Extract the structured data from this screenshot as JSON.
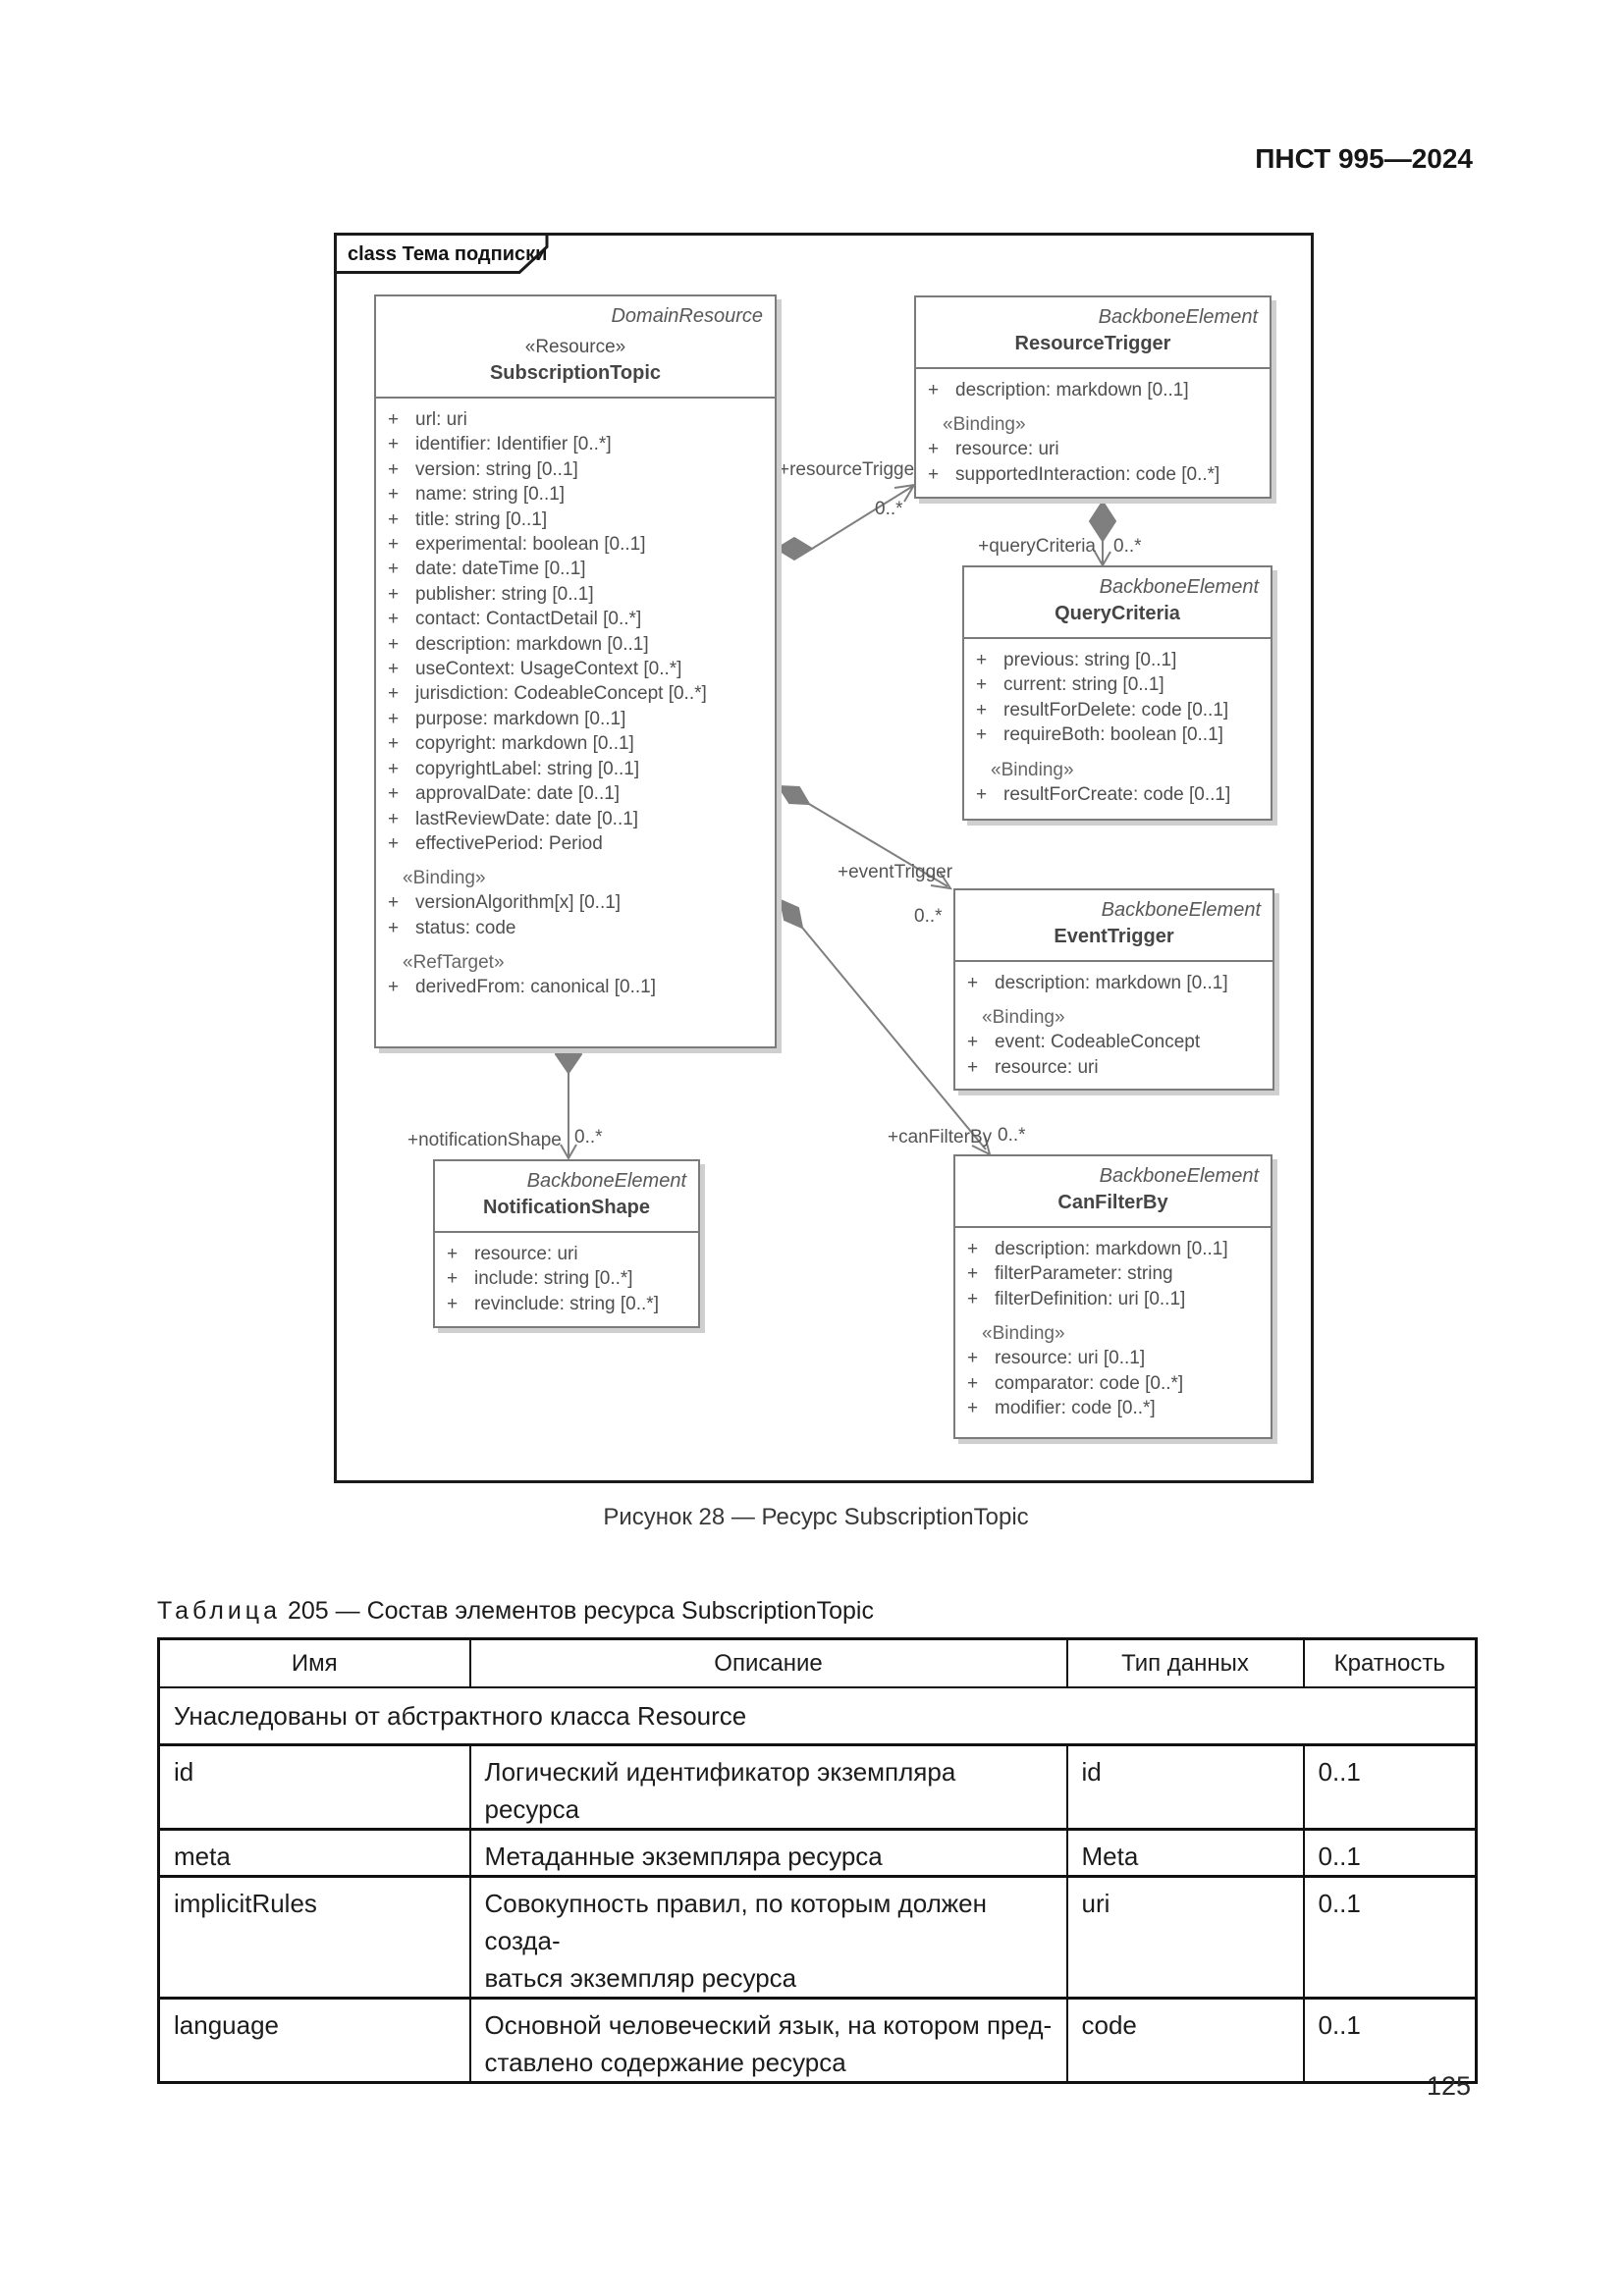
{
  "page": {
    "doc_code": "ПНСТ 995—2024",
    "page_number": "125"
  },
  "figure": {
    "frame_label": "class Тема подписки",
    "caption": "Рисунок 28 — Ресурс SubscriptionTopic"
  },
  "colors": {
    "frame_border": "#1b1b1b",
    "uml_border": "#7b7b7b",
    "uml_shadow": "#cfcfcf",
    "uml_text": "#4f4f4f",
    "table_border": "#111111"
  },
  "diagram": {
    "plus": "+",
    "classes": {
      "subscriptionTopic": {
        "meta": "DomainResource",
        "stereotype": "«Resource»",
        "name": "SubscriptionTopic",
        "attrs": [
          "url: uri",
          "identifier: Identifier [0..*]",
          "version: string [0..1]",
          "name: string [0..1]",
          "title: string [0..1]",
          "experimental: boolean [0..1]",
          "date: dateTime [0..1]",
          "publisher: string [0..1]",
          "contact: ContactDetail [0..*]",
          "description: markdown [0..1]",
          "useContext: UsageContext [0..*]",
          "jurisdiction: CodeableConcept [0..*]",
          "purpose: markdown [0..1]",
          "copyright: markdown [0..1]",
          "copyrightLabel: string [0..1]",
          "approvalDate: date [0..1]",
          "lastReviewDate: date [0..1]",
          "effectivePeriod: Period"
        ],
        "binding_heading": "«Binding»",
        "binding_attrs": [
          "versionAlgorithm[x] [0..1]",
          "status: code"
        ],
        "reftarget_heading": "«RefTarget»",
        "reftarget_attrs": [
          "derivedFrom: canonical [0..1]"
        ]
      },
      "resourceTrigger": {
        "meta": "BackboneElement",
        "name": "ResourceTrigger",
        "attrs": [
          "description: markdown [0..1]"
        ],
        "binding_heading": "«Binding»",
        "binding_attrs": [
          "resource: uri",
          "supportedInteraction: code [0..*]"
        ]
      },
      "queryCriteria": {
        "meta": "BackboneElement",
        "name": "QueryCriteria",
        "attrs": [
          "previous: string [0..1]",
          "current: string [0..1]",
          "resultForDelete: code [0..1]",
          "requireBoth: boolean [0..1]"
        ],
        "binding_heading": "«Binding»",
        "binding_attrs": [
          "resultForCreate: code [0..1]"
        ]
      },
      "eventTrigger": {
        "meta": "BackboneElement",
        "name": "EventTrigger",
        "attrs": [
          "description: markdown [0..1]"
        ],
        "binding_heading": "«Binding»",
        "binding_attrs": [
          "event: CodeableConcept",
          "resource: uri"
        ]
      },
      "notificationShape": {
        "meta": "BackboneElement",
        "name": "NotificationShape",
        "attrs": [
          "resource: uri",
          "include: string [0..*]",
          "revinclude: string [0..*]"
        ]
      },
      "canFilterBy": {
        "meta": "BackboneElement",
        "name": "CanFilterBy",
        "attrs": [
          "description: markdown [0..1]",
          "filterParameter: string",
          "filterDefinition: uri [0..1]"
        ],
        "binding_heading": "«Binding»",
        "binding_attrs": [
          "resource: uri [0..1]",
          "comparator: code [0..*]",
          "modifier: code [0..*]"
        ]
      }
    },
    "connectors": {
      "resourceTrigger": {
        "label": "+resourceTrigger",
        "mult": "0..*"
      },
      "queryCriteria": {
        "label": "+queryCriteria",
        "mult": "0..*"
      },
      "eventTrigger": {
        "label": "+eventTrigger",
        "mult": "0..*"
      },
      "notificationShape": {
        "label": "+notificationShape",
        "mult": "0..*"
      },
      "canFilterBy": {
        "label": "+canFilterBy",
        "mult": "0..*"
      }
    }
  },
  "table": {
    "title_word": "Таблица",
    "title_number": "205",
    "title_rest": "— Состав элементов ресурса SubscriptionTopic",
    "headers": [
      "Имя",
      "Описание",
      "Тип данных",
      "Кратность"
    ],
    "section": "Унаследованы от абстрактного класса Resource",
    "rows": [
      {
        "name": "id",
        "desc1": "Логический идентификатор экземпляра ресурса",
        "desc2": "",
        "type": "id",
        "card": "0..1"
      },
      {
        "name": "meta",
        "desc1": "Метаданные экземпляра ресурса",
        "desc2": "",
        "type": "Meta",
        "card": "0..1"
      },
      {
        "name": "implicitRules",
        "desc1": "Совокупность правил, по которым должен созда-",
        "desc2": "ваться экземпляр ресурса",
        "type": "uri",
        "card": "0..1"
      },
      {
        "name": "language",
        "desc1": "Основной человеческий язык, на котором пред-",
        "desc2": "ставлено содержание ресурса",
        "type": "code",
        "card": "0..1"
      }
    ]
  }
}
